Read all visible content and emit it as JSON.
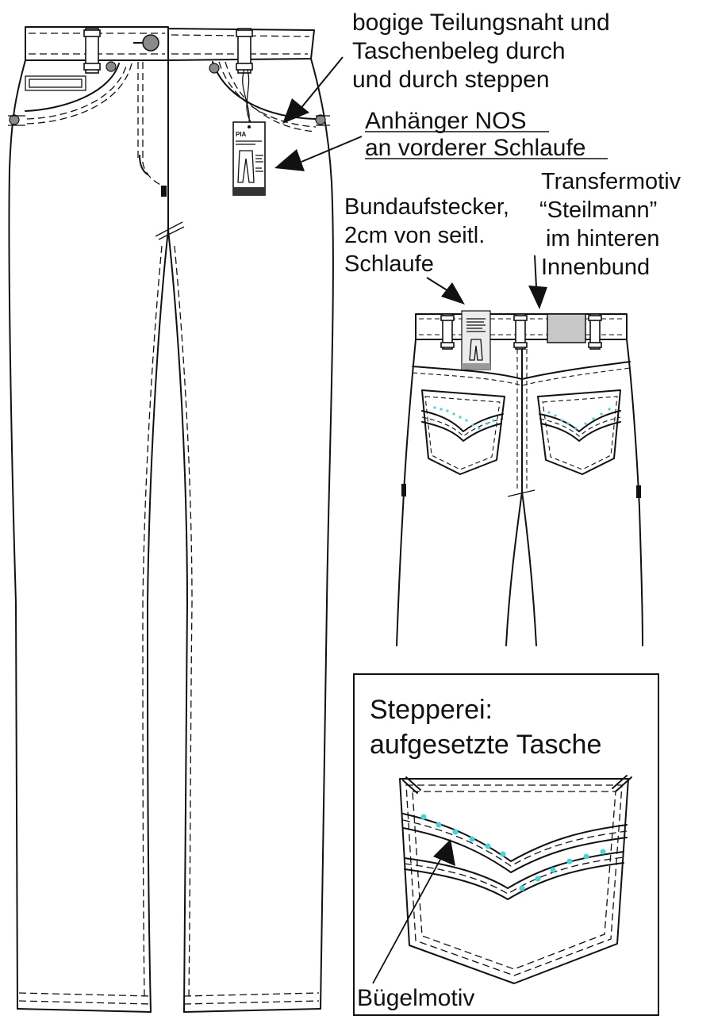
{
  "annotations": {
    "seam": [
      "bogige Teilungsnaht und",
      "Taschenbeleg durch",
      "und durch steppen"
    ],
    "hangtag": [
      "Anhänger NOS ",
      "an vorderer Schlaufe"
    ],
    "transfer": [
      "Transfermotiv",
      "“Steilmann”",
      " im hinteren",
      "Innenbund"
    ],
    "waistband_pin": [
      "Bundaufstecker,",
      "2cm von seitl.",
      "Schlaufe"
    ]
  },
  "detail_box": {
    "title": [
      "Stepperei:",
      "aufgesetzte Tasche"
    ],
    "motif_label": "Bügelmotiv"
  },
  "tag": {
    "name": "PIA"
  },
  "colors": {
    "line": "#111111",
    "motif_dots": "#3fd6dc",
    "transfer_patch": "#c8c8c8",
    "button": "#8a8a8a"
  }
}
